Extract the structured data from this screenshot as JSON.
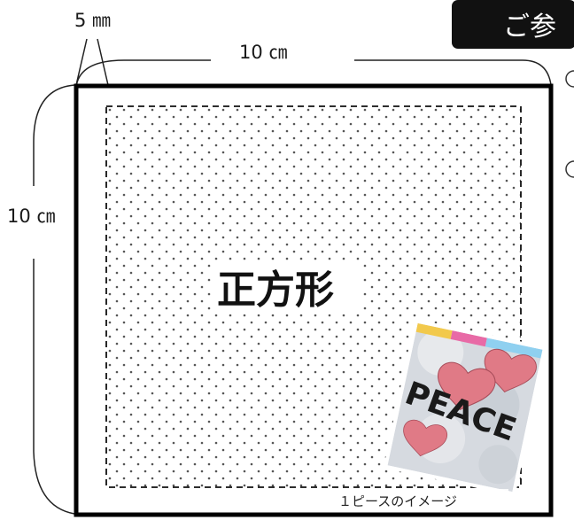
{
  "tab": {
    "label": "ご参"
  },
  "dimensions": {
    "margin": "5 ㎜",
    "width": "10 ㎝",
    "height": "10 ㎝"
  },
  "piece": {
    "label": "正方形"
  },
  "photo": {
    "text": "PEACE",
    "caption": "１ピースのイメージ"
  },
  "colors": {
    "outline": "#000000",
    "dots": "#555555",
    "tab_bg": "#111111",
    "heart": "#e07a86",
    "photo_bg": "#d9dde3"
  }
}
